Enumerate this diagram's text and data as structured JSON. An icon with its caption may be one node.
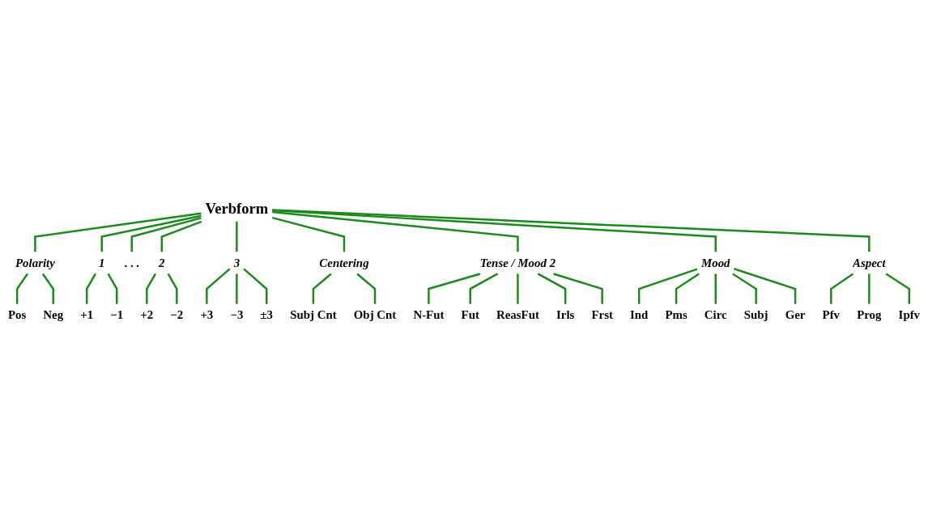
{
  "diagram": {
    "nodes": [
      {
        "text": [
          "Verbform"
        ]
      },
      {
        "text": [
          "Polarity"
        ]
      },
      {
        "text": [
          "Pos"
        ]
      },
      {
        "text": [
          "Neg"
        ]
      },
      {
        "text": [
          "Aspect"
        ]
      },
      {
        "text": [
          "Pfv"
        ]
      },
      {
        "text": [
          "Prog"
        ]
      },
      {
        "text": [
          "Ipfv"
        ]
      },
      {
        "text": [
          ". . ."
        ]
      },
      {
        "text": [
          "Centering"
        ]
      },
      {
        "text": [
          "Subj Cnt"
        ]
      },
      {
        "text": [
          "Obj Cnt"
        ]
      },
      {
        "text": [
          "Mood"
        ]
      },
      {
        "text": [
          "Ind"
        ]
      },
      {
        "text": [
          "Pms"
        ]
      },
      {
        "text": [
          "Circ"
        ]
      },
      {
        "text": [
          "Subj"
        ]
      },
      {
        "text": [
          "Ger"
        ]
      },
      {
        "text": [
          "1"
        ]
      },
      {
        "text": [
          "+1"
        ]
      },
      {
        "text": [
          "−1"
        ]
      },
      {
        "text": [
          "3"
        ]
      },
      {
        "text": [
          "+3"
        ]
      },
      {
        "text": [
          "−3"
        ]
      },
      {
        "text": [
          "±3"
        ]
      },
      {
        "text": [
          "Tense / Mood 2"
        ]
      },
      {
        "text": [
          "N-Fut"
        ]
      },
      {
        "text": [
          "Fut"
        ]
      },
      {
        "text": [
          "ReasFut"
        ]
      },
      {
        "text": [
          "Irls"
        ]
      },
      {
        "text": [
          "Frst"
        ]
      },
      {
        "text": [
          "2"
        ]
      },
      {
        "text": [
          "+2"
        ]
      },
      {
        "text": [
          "−2"
        ]
      }
    ],
    "edges": [
      {
        "from": 0,
        "to": 1,
        "arrow": "none"
      },
      {
        "from": 0,
        "to": 18,
        "arrow": "none"
      },
      {
        "from": 0,
        "to": 31,
        "arrow": "none"
      },
      {
        "from": 0,
        "to": 21,
        "arrow": "none"
      },
      {
        "from": 0,
        "to": 9,
        "arrow": "none"
      },
      {
        "from": 0,
        "to": 25,
        "arrow": "none"
      },
      {
        "from": 0,
        "to": 8,
        "arrow": "none"
      },
      {
        "from": 0,
        "to": 12,
        "arrow": "none"
      },
      {
        "from": 0,
        "to": 4,
        "arrow": "none"
      },
      {
        "from": 1,
        "to": 2,
        "arrow": "none"
      },
      {
        "from": 1,
        "to": 3,
        "arrow": "none"
      },
      {
        "from": 4,
        "to": 5,
        "arrow": "none"
      },
      {
        "from": 4,
        "to": 6,
        "arrow": "none"
      },
      {
        "from": 4,
        "to": 7,
        "arrow": "none"
      },
      {
        "from": 9,
        "to": 10,
        "arrow": "none"
      },
      {
        "from": 9,
        "to": 11,
        "arrow": "none"
      },
      {
        "from": 12,
        "to": 13,
        "arrow": "none"
      },
      {
        "from": 12,
        "to": 14,
        "arrow": "none"
      },
      {
        "from": 12,
        "to": 15,
        "arrow": "none"
      },
      {
        "from": 12,
        "to": 16,
        "arrow": "none"
      },
      {
        "from": 12,
        "to": 17,
        "arrow": "none"
      },
      {
        "from": 18,
        "to": 19,
        "arrow": "none"
      },
      {
        "from": 18,
        "to": 20,
        "arrow": "none"
      },
      {
        "from": 21,
        "to": 22,
        "arrow": "none"
      },
      {
        "from": 21,
        "to": 23,
        "arrow": "none"
      },
      {
        "from": 21,
        "to": 24,
        "arrow": "none"
      },
      {
        "from": 25,
        "to": 26,
        "arrow": "none"
      },
      {
        "from": 25,
        "to": 27,
        "arrow": "none"
      },
      {
        "from": 25,
        "to": 28,
        "arrow": "none"
      },
      {
        "from": 25,
        "to": 29,
        "arrow": "none"
      },
      {
        "from": 25,
        "to": 30,
        "arrow": "none"
      },
      {
        "from": 31,
        "to": 32,
        "arrow": "none"
      },
      {
        "from": 31,
        "to": 33,
        "arrow": "none"
      }
    ]
  }
}
